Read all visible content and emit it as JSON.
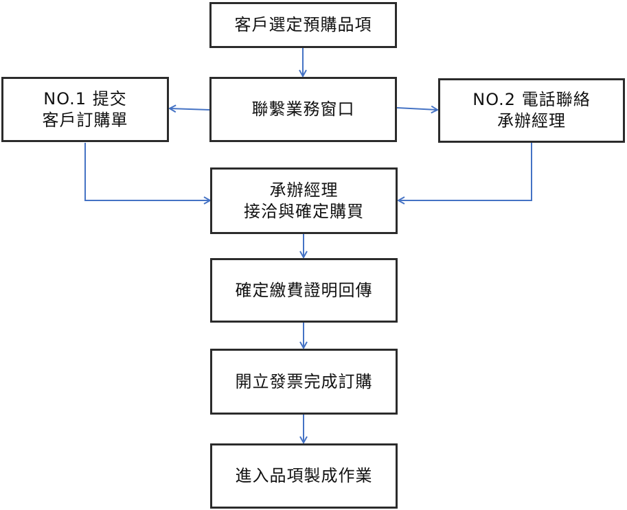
{
  "diagram": {
    "boxes": {
      "select_items": {
        "lines": [
          "客戶選定預購品項"
        ]
      },
      "contact_sales": {
        "lines": [
          "聯繫業務窗口"
        ]
      },
      "submit_order": {
        "lines": [
          "NO.1 提交",
          "客戶訂購單"
        ]
      },
      "phone_manager": {
        "lines": [
          "NO.2 電話聯絡",
          "承辦經理"
        ]
      },
      "manager_confirm": {
        "lines": [
          "承辦經理",
          "接洽與確定購買"
        ]
      },
      "payment_proof": {
        "lines": [
          "確定繳費證明回傳"
        ]
      },
      "invoice_complete": {
        "lines": [
          "開立發票完成訂購"
        ]
      },
      "production": {
        "lines": [
          "進入品項製成作業"
        ]
      }
    },
    "connections": [
      {
        "from": "select_items",
        "to": "contact_sales"
      },
      {
        "from": "contact_sales",
        "to": "submit_order"
      },
      {
        "from": "contact_sales",
        "to": "phone_manager"
      },
      {
        "from": "submit_order",
        "to": "manager_confirm"
      },
      {
        "from": "phone_manager",
        "to": "manager_confirm"
      },
      {
        "from": "manager_confirm",
        "to": "payment_proof"
      },
      {
        "from": "payment_proof",
        "to": "invoice_complete"
      },
      {
        "from": "invoice_complete",
        "to": "production"
      }
    ],
    "colors": {
      "box_border": "#2b2b2b",
      "connector": "#4472c4",
      "text": "#111111"
    }
  }
}
